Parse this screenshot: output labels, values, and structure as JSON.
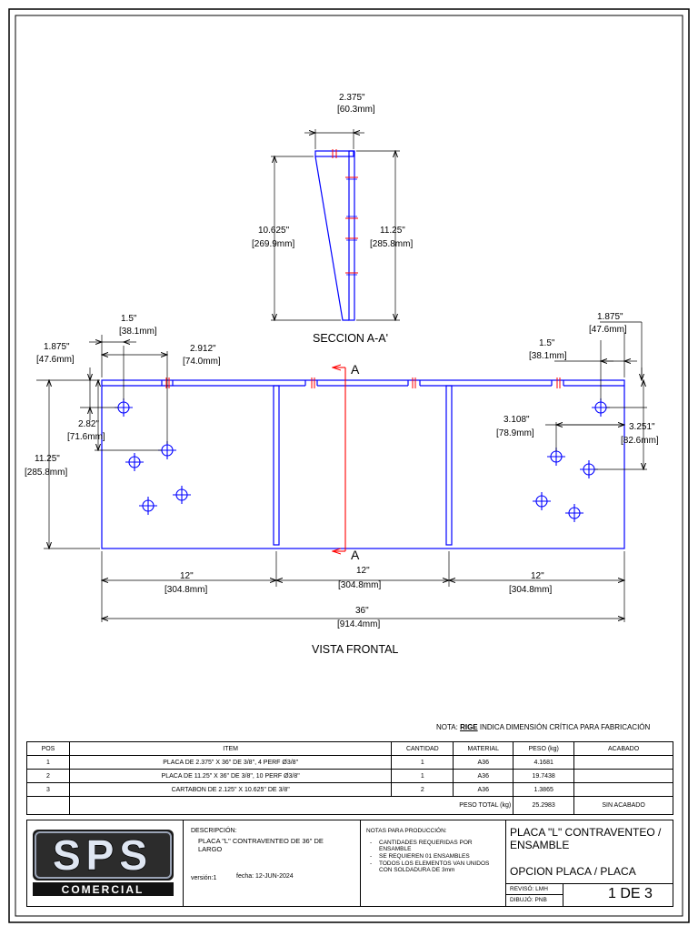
{
  "drawing": {
    "section_title": "SECCION A-A'",
    "front_title": "VISTA FRONTAL",
    "section_label": "A",
    "line_color": "#0000ff",
    "cut_color": "#ff0000",
    "section_dims": {
      "top_width": "2.375\"",
      "top_width_mm": "[60.3mm]",
      "left_height": "10.625\"",
      "left_height_mm": "[269.9mm]",
      "right_height": "11.25\"",
      "right_height_mm": "[285.8mm]"
    },
    "front_dims": {
      "d1": "1.5\"",
      "d1_mm": "[38.1mm]",
      "d2": "1.875\"",
      "d2_mm": "[47.6mm]",
      "d3": "2.912\"",
      "d3_mm": "[74.0mm]",
      "d4": "2.82\"",
      "d4_mm": "[71.6mm]",
      "d5": "11.25\"",
      "d5_mm": "[285.8mm]",
      "d6": "1.875\"",
      "d6_mm": "[47.6mm]",
      "d7": "1.5\"",
      "d7_mm": "[38.1mm]",
      "d8": "3.108\"",
      "d8_mm": "[78.9mm]",
      "d9": "3.251\"",
      "d9_mm": "[82.6mm]",
      "s1": "12\"",
      "s1_mm": "[304.8mm]",
      "s2": "12\"",
      "s2_mm": "[304.8mm]",
      "s3": "12\"",
      "s3_mm": "[304.8mm]",
      "total": "36\"",
      "total_mm": "[914.4mm]"
    }
  },
  "note": {
    "prefix": "NOTA: ",
    "bold": "RIGE",
    "rest": " INDICA DIMENSIÓN CRÍTICA  PARA FABRICACIÓN"
  },
  "bom": {
    "headers": [
      "POS",
      "ITEM",
      "CANTIDAD",
      "MATERIAL",
      "PESO (kg)",
      "ACABADO"
    ],
    "rows": [
      [
        "1",
        "PLACA DE 2.375\" X 36\" DE 3/8\", 4 PERF Ø3/8\"",
        "1",
        "A36",
        "4.1681",
        ""
      ],
      [
        "2",
        "PLACA DE 11.25\" X 36\" DE 3/8\", 10 PERF Ø3/8\"",
        "1",
        "A36",
        "19.7438",
        ""
      ],
      [
        "3",
        "CARTABON DE 2.125\" X 10.625\" DE 3/8\"",
        "2",
        "A36",
        "1.3865",
        ""
      ]
    ],
    "total_label": "PESO TOTAL (kg)",
    "total_value": "25.2983",
    "total_finish": "SIN ACABADO"
  },
  "title_block": {
    "logo_text": "SPS",
    "logo_sub": "COMERCIAL",
    "desc_label": "DESCRIPCIÓN:",
    "desc_value": "PLACA \"L\" CONTRAVENTEO DE 36\" DE LARGO",
    "version": "versión:1",
    "date": "fecha: 12-JUN-2024",
    "prod_label": "NOTAS PARA PRODUCCIÓN:",
    "prod_notes": [
      "CANTIDADES REQUERIDAS POR ENSAMBLE",
      "SE REQUIEREN 01 ENSAMBLES",
      "TODOS LOS ELEMENTOS VAN UNIDOS CON SOLDADURA DE 3mm"
    ],
    "title": "PLACA \"L\" CONTRAVENTEO / ENSAMBLE",
    "subtitle": "OPCION PLACA / PLACA",
    "reviso": "REVISÓ: LMH",
    "dibujo": "DIBUJÓ: PNB",
    "sheet": "1 DE 3"
  }
}
